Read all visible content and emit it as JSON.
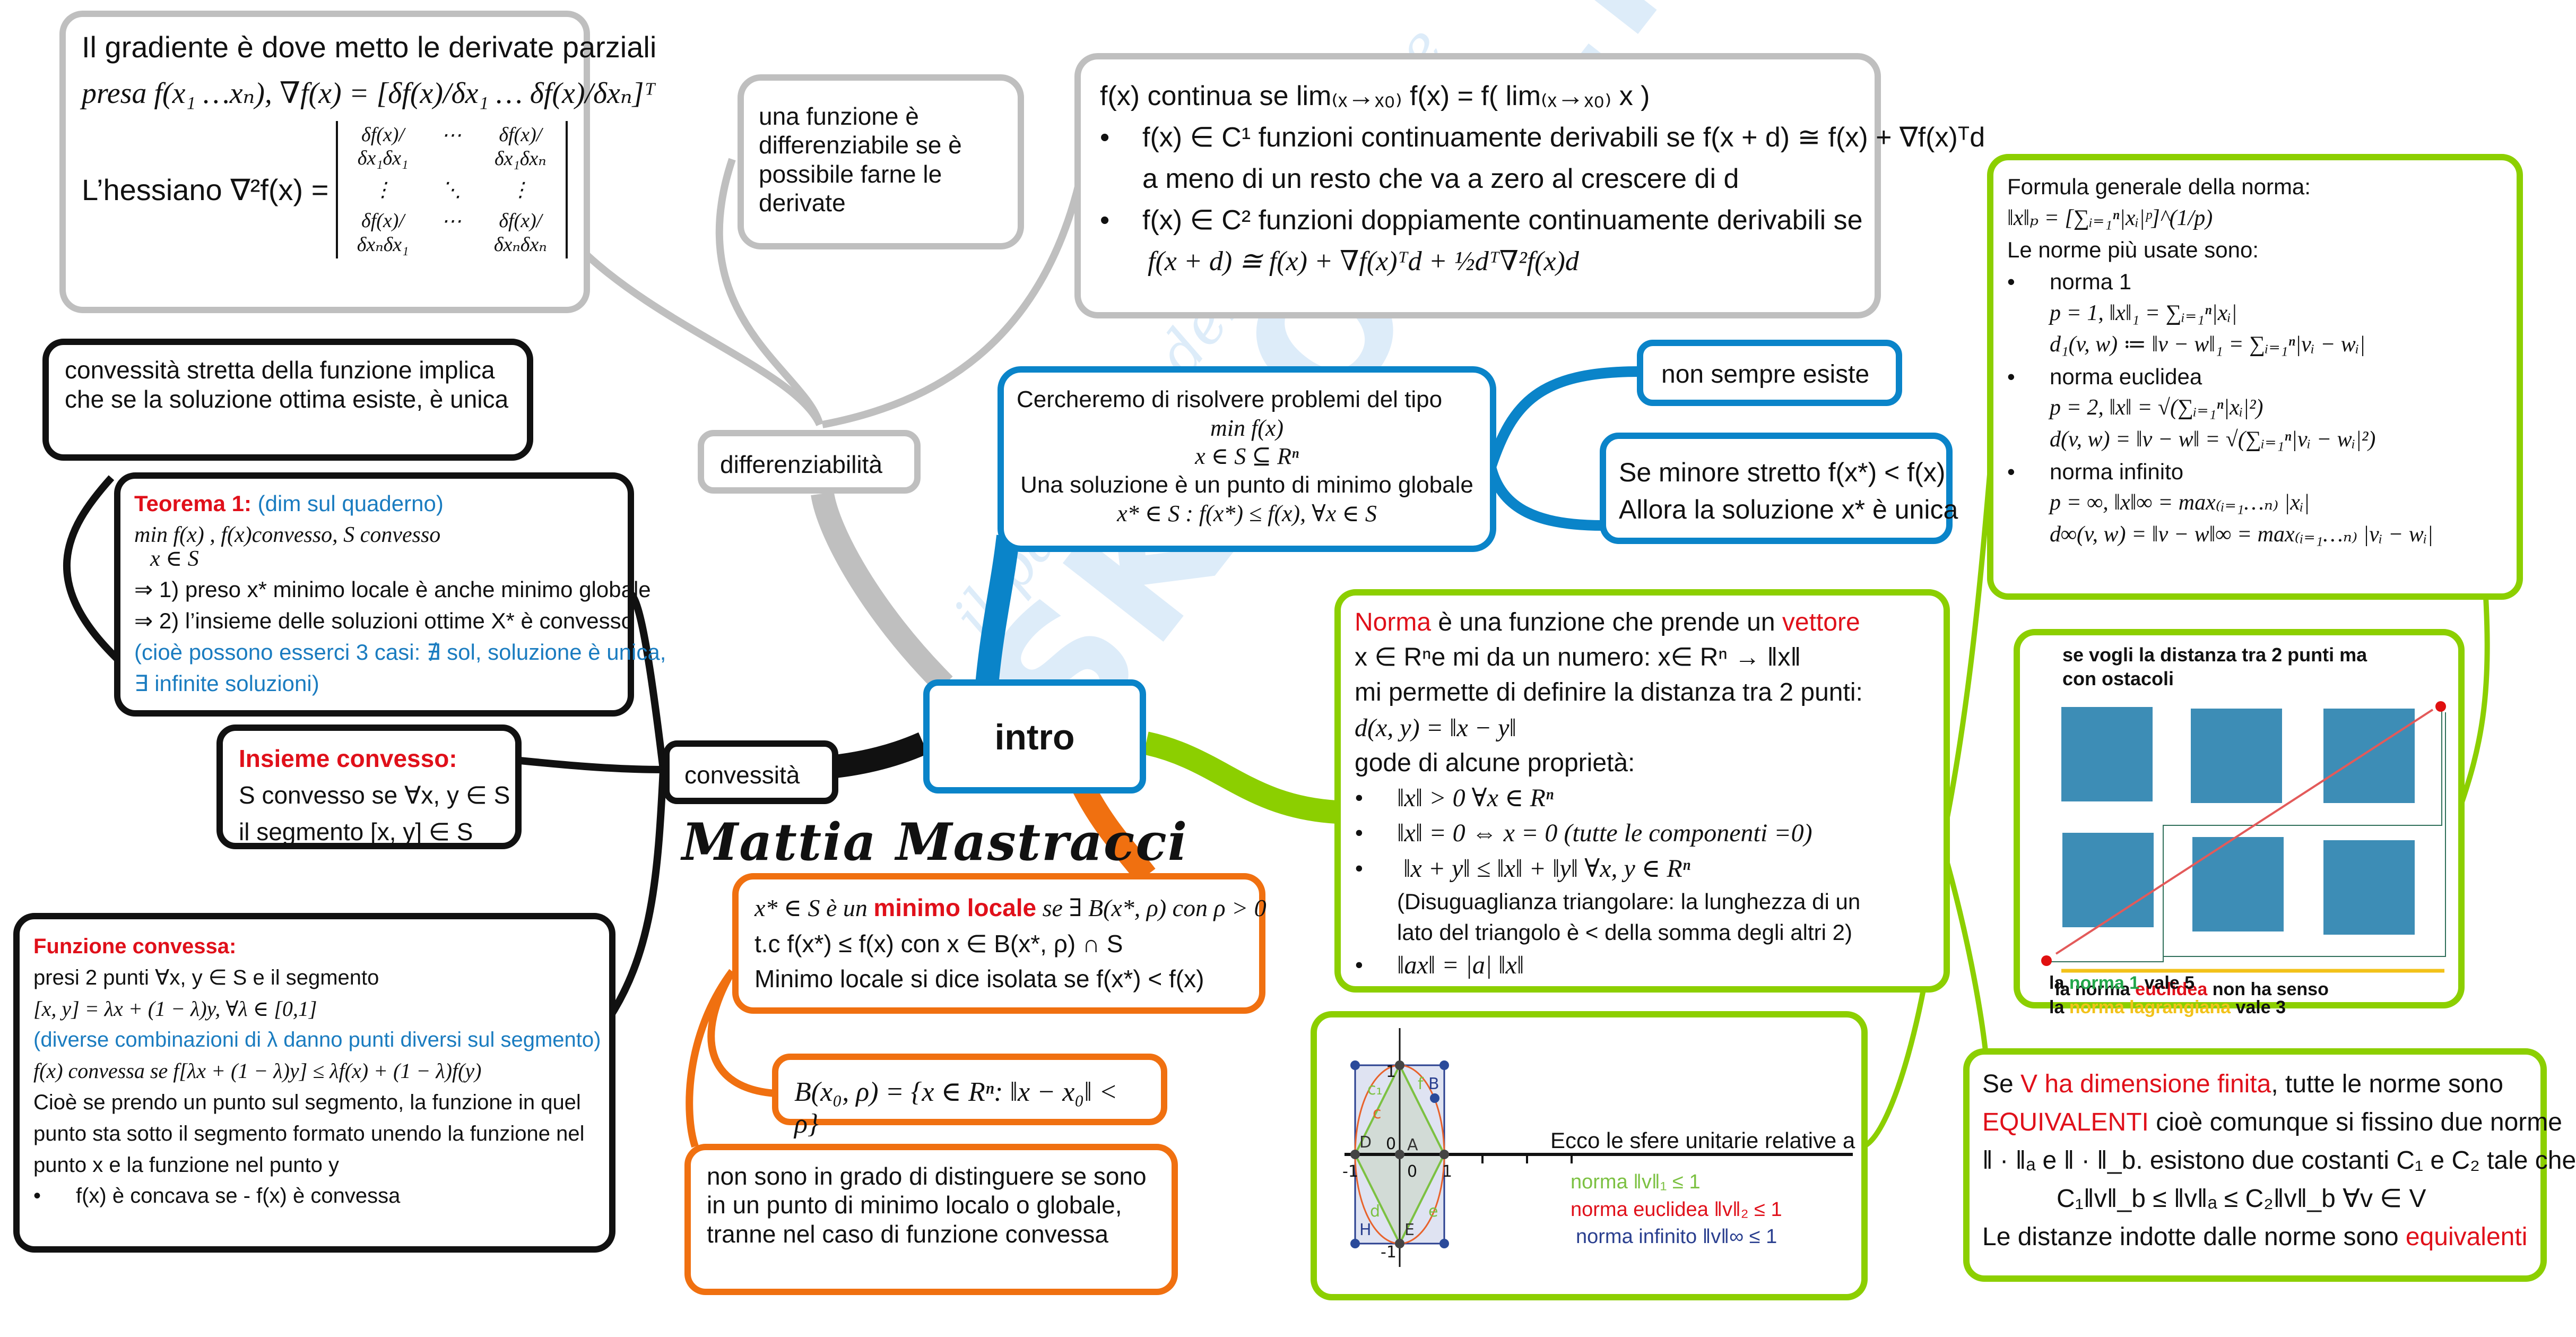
{
  "central": {
    "label": "intro"
  },
  "signature": "Mattia Mastracci",
  "watermark": {
    "brand": "SKUOLA.net",
    "tagline": "il paradiso dello studente"
  },
  "colors": {
    "gray_branch": "#bfbfbf",
    "blue_branch": "#0a84c9",
    "green_branch": "#8ccf00",
    "black_branch": "#111111",
    "orange_branch": "#f07010",
    "highlight_red": "#e0101a",
    "note_blue": "#1a7cc0"
  },
  "differenziabilita": {
    "label": "differenziabilità",
    "definition": "una funzione è differenziabile se è possibile farne le derivate",
    "gradient": {
      "title": "Il gradiente è dove metto le derivate parziali",
      "gradient_formula": "presa f(x₁ …xₙ), ∇f(x) = [δf(x)/δx₁ … δf(x)/δxₙ]ᵀ",
      "hessian_label": "L’hessiano ∇²f(x) =",
      "hessian_rows": [
        [
          "δf(x)/δx₁δx₁",
          "⋯",
          "δf(x)/δx₁δxₙ"
        ],
        [
          "⋮",
          "⋱",
          "⋮"
        ],
        [
          "δf(x)/δxₙδx₁",
          "⋯",
          "δf(x)/δxₙδxₙ"
        ]
      ]
    },
    "continuity": {
      "line1": "f(x) continua se lim₍ₓ→ₓ₀₎ f(x) = f( lim₍ₓ→ₓ₀₎ x )",
      "bullet1": "f(x) ∈ C¹ funzioni continuamente derivabili se f(x + d) ≅ f(x) + ∇f(x)ᵀd",
      "bullet1_cont": "a meno di un resto che va a zero al crescere di d",
      "bullet2": "f(x) ∈ C² funzioni doppiamente continuamente derivabili se",
      "bullet2_formula": "f(x + d) ≅ f(x) + ∇f(x)ᵀd + ½dᵀ∇²f(x)d"
    }
  },
  "problem": {
    "lines": [
      "Cercheremo di risolvere problemi del tipo",
      "min f(x)",
      "x ∈ S ⊆ Rⁿ",
      "Una soluzione è un punto di minimo globale",
      "x* ∈ S : f(x*) ≤ f(x), ∀x ∈ S"
    ],
    "not_always": "non sempre esiste",
    "strict": [
      "Se minore stretto f(x*) < f(x)",
      "Allora la soluzione x* è unica"
    ]
  },
  "convessita": {
    "label": "convessità",
    "strict_note": "convessità stretta della funzione implica che se la soluzione ottima esiste, è unica",
    "theorem": {
      "title": "Teorema 1:",
      "title_note": "(dim sul quaderno)",
      "line1": "min f(x) , f(x)convesso, S convesso",
      "line1_sub": "x ∈ S",
      "line2": "⇒ 1) preso x* minimo locale è anche minimo globale",
      "line3": "⇒ 2) l’insieme delle soluzioni ottime X* è convesso",
      "note1": "(cioè possono esserci 3 casi: ∄ sol, soluzione è unica,",
      "note2": "∃ infinite soluzioni)"
    },
    "convex_set": {
      "title": "Insieme convesso:",
      "line1": "S convesso se ∀x, y ∈ S",
      "line2": "il segmento [x, y] ∈ S"
    },
    "convex_function": {
      "title": "Funzione convessa:",
      "line1": "presi 2 punti ∀x, y ∈ S e il segmento",
      "line2": "[x, y] = λx + (1 − λ)y, ∀λ ∈ [0,1]",
      "note": "(diverse combinazioni di λ danno punti diversi sul segmento)",
      "line3": "f(x) convessa se f[λx + (1 − λ)y] ≤ λf(x) + (1 − λ)f(y)",
      "line4": "Cioè se prendo un punto sul segmento, la funzione in quel",
      "line5": "punto sta sotto il segmento formato unendo la funzione nel",
      "line6": "punto x e la funzione nel punto y",
      "bullet": "f(x) è concava se - f(x) è convessa"
    }
  },
  "minimo_locale": {
    "def_prefix": "x* ∈ S è un ",
    "def_highlight": "minimo locale",
    "def_suffix": " se ∃ B(x*, ρ) con ρ > 0",
    "line2": "t.c f(x*) ≤ f(x) con x ∈ B(x*, ρ) ∩ S",
    "line3": "Minimo locale si dice isolata se f(x*) < f(x)",
    "ball": "B(x₀, ρ) = {x ∈ Rⁿ: ‖x − x₀‖ < ρ}",
    "note": "non sono in grado di distinguere se sono in un punto di minimo localo o globale, tranne nel caso di funzione convessa"
  },
  "norma": {
    "def_word": "Norma",
    "def_mid": " è una funzione che prende un ",
    "def_word2": "vettore",
    "line2": "x ∈ Rⁿe mi da un numero: x∈ Rⁿ →  ‖x‖",
    "line3": "mi permette di definire la distanza tra 2 punti:",
    "line4": "d(x, y) = ‖x − y‖",
    "line5": "gode di alcune proprietà:",
    "properties": [
      "‖x‖ > 0 ∀x ∈ Rⁿ",
      "‖x‖ = 0  ⇔ x = 0 (tutte le componenti =0)",
      " ‖x + y‖ ≤ ‖x‖ + ‖y‖ ∀x, y ∈ Rⁿ",
      "‖ax‖ = |a| ‖x‖"
    ],
    "triangle_note1": "(Disuguaglianza triangolare: la lunghezza di un",
    "triangle_note2": "lato del triangolo è < della somma degli altri 2)",
    "general": {
      "title": "Formula generale della norma:",
      "formula": "‖x‖ₚ = [∑ᵢ₌₁ⁿ|xᵢ|ᵖ]^(1/p)",
      "subtitle": "Le norme più usate sono:",
      "items": [
        {
          "name": "norma 1",
          "f1": "p = 1, ‖x‖₁ = ∑ᵢ₌₁ⁿ|xᵢ|",
          "f2": "d₁(v, w) ≔ ‖v − w‖₁ = ∑ᵢ₌₁ⁿ|vᵢ − wᵢ|"
        },
        {
          "name": "norma euclidea",
          "f1": "p = 2, ‖x‖ = √(∑ᵢ₌₁ⁿ|xᵢ|²)",
          "f2": "d(v, w) = ‖v − w‖ = √(∑ᵢ₌₁ⁿ|vᵢ − wᵢ|²)"
        },
        {
          "name": "norma infinito",
          "f1": "p = ∞, ‖x‖∞ = max₍ᵢ₌₁…ₙ₎ |xᵢ|",
          "f2": "d∞(v, w) = ‖v − w‖∞ = max₍ᵢ₌₁…ₙ₎ |vᵢ − wᵢ|"
        }
      ]
    },
    "obstacles": {
      "title": "se vogli la distanza tra 2 punti ma con ostacoli",
      "l1_a": "la norma ",
      "l1_b": "euclidea",
      "l1_c": " non ha senso",
      "l2_a": "la ",
      "l2_b": "norma 1",
      "l2_c": " vale 5",
      "l3_a": "la ",
      "l3_b": "norma lagrangiana",
      "l3_c": " vale 3"
    },
    "unit_spheres": {
      "caption": "Ecco le sfere unitarie relative a",
      "legend": [
        {
          "text": "norma ‖v‖₁ ≤ 1",
          "color": "#7cc142"
        },
        {
          "text": "norma euclidea ‖v‖₂ ≤ 1",
          "color": "#e0101a"
        },
        {
          "text": "norma infinito ‖v‖∞ ≤ 1",
          "color": "#2a3f8f"
        }
      ],
      "point_labels": [
        "A",
        "B",
        "D",
        "E",
        "H"
      ],
      "curve_labels": [
        "c₁",
        "c",
        "d",
        "e",
        "f"
      ],
      "ticks": [
        "1",
        "0",
        "0",
        "-1",
        "1",
        "-1"
      ]
    },
    "equivalence": {
      "p1_a": "Se ",
      "p1_b": "V ha dimensione finita",
      "p1_c": ", tutte le norme sono",
      "p2_a": "EQUIVALENTI",
      "p2_b": " cioè comunque si fissino due norme",
      "p3": "‖ · ‖ₐ e ‖ · ‖_b. esistono due costanti C₁ e C₂ tale che",
      "p4": "C₁‖v‖_b ≤ ‖v‖ₐ ≤ C₂‖v‖_b      ∀v ∈ V",
      "p5_a": "Le distanze indotte dalle norme sono ",
      "p5_b": "equivalenti"
    }
  }
}
